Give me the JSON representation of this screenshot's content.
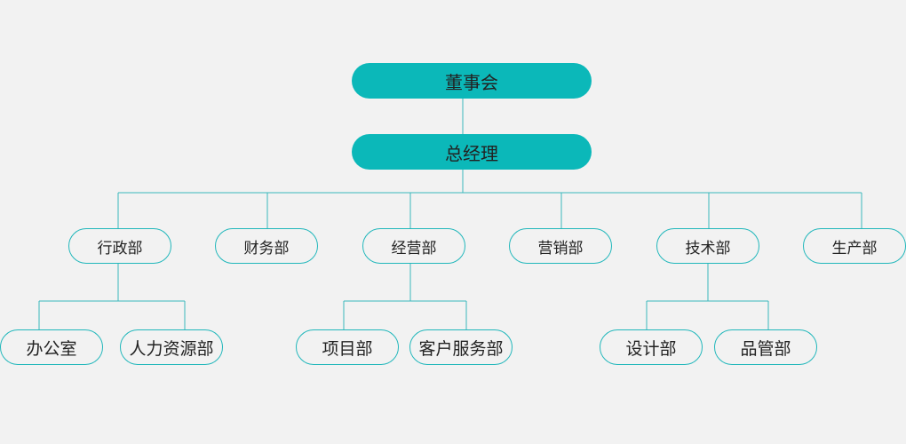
{
  "colors": {
    "background": "#f2f2f2",
    "accent": "#0bb8b9",
    "line": "#3ab8bc",
    "text": "#222222"
  },
  "board": {
    "label": "董事会"
  },
  "general_manager": {
    "label": "总经理"
  },
  "departments": [
    {
      "label": "行政部"
    },
    {
      "label": "财务部"
    },
    {
      "label": "经营部"
    },
    {
      "label": "营销部"
    },
    {
      "label": "技术部"
    },
    {
      "label": "生产部"
    }
  ],
  "sub_units": [
    {
      "label": "办公室",
      "parent": "行政部"
    },
    {
      "label": "人力资源部",
      "parent": "行政部"
    },
    {
      "label": "项目部",
      "parent": "经营部"
    },
    {
      "label": "客户服务部",
      "parent": "经营部"
    },
    {
      "label": "设计部",
      "parent": "技术部"
    },
    {
      "label": "品管部",
      "parent": "技术部"
    }
  ]
}
